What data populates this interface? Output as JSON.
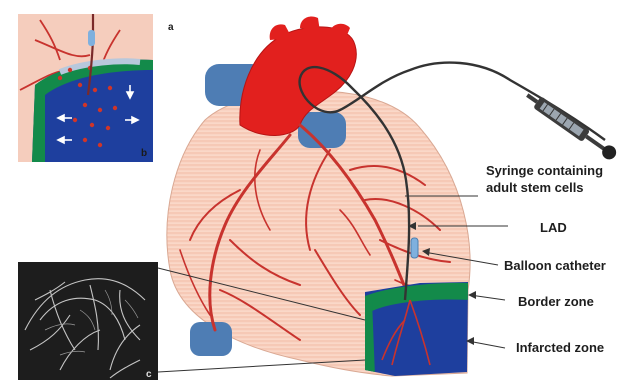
{
  "panel_letters": {
    "a": "a",
    "b": "b",
    "c": "c"
  },
  "labels": {
    "syringe_line1": "Syringe containing",
    "syringe_line2": "adult stem cells",
    "lad": "LAD",
    "balloon": "Balloon catheter",
    "border": "Border zone",
    "infarcted": "Infarcted zone"
  },
  "colors": {
    "heart": "#f6c9b6",
    "aorta": "#e2201e",
    "vessels": "#c8332e",
    "veins_blue": "#4e7db4",
    "infarct_blue": "#1e3f9e",
    "border_green": "#138a4a",
    "catheter": "#333333",
    "balloon": "#7fb0de"
  }
}
